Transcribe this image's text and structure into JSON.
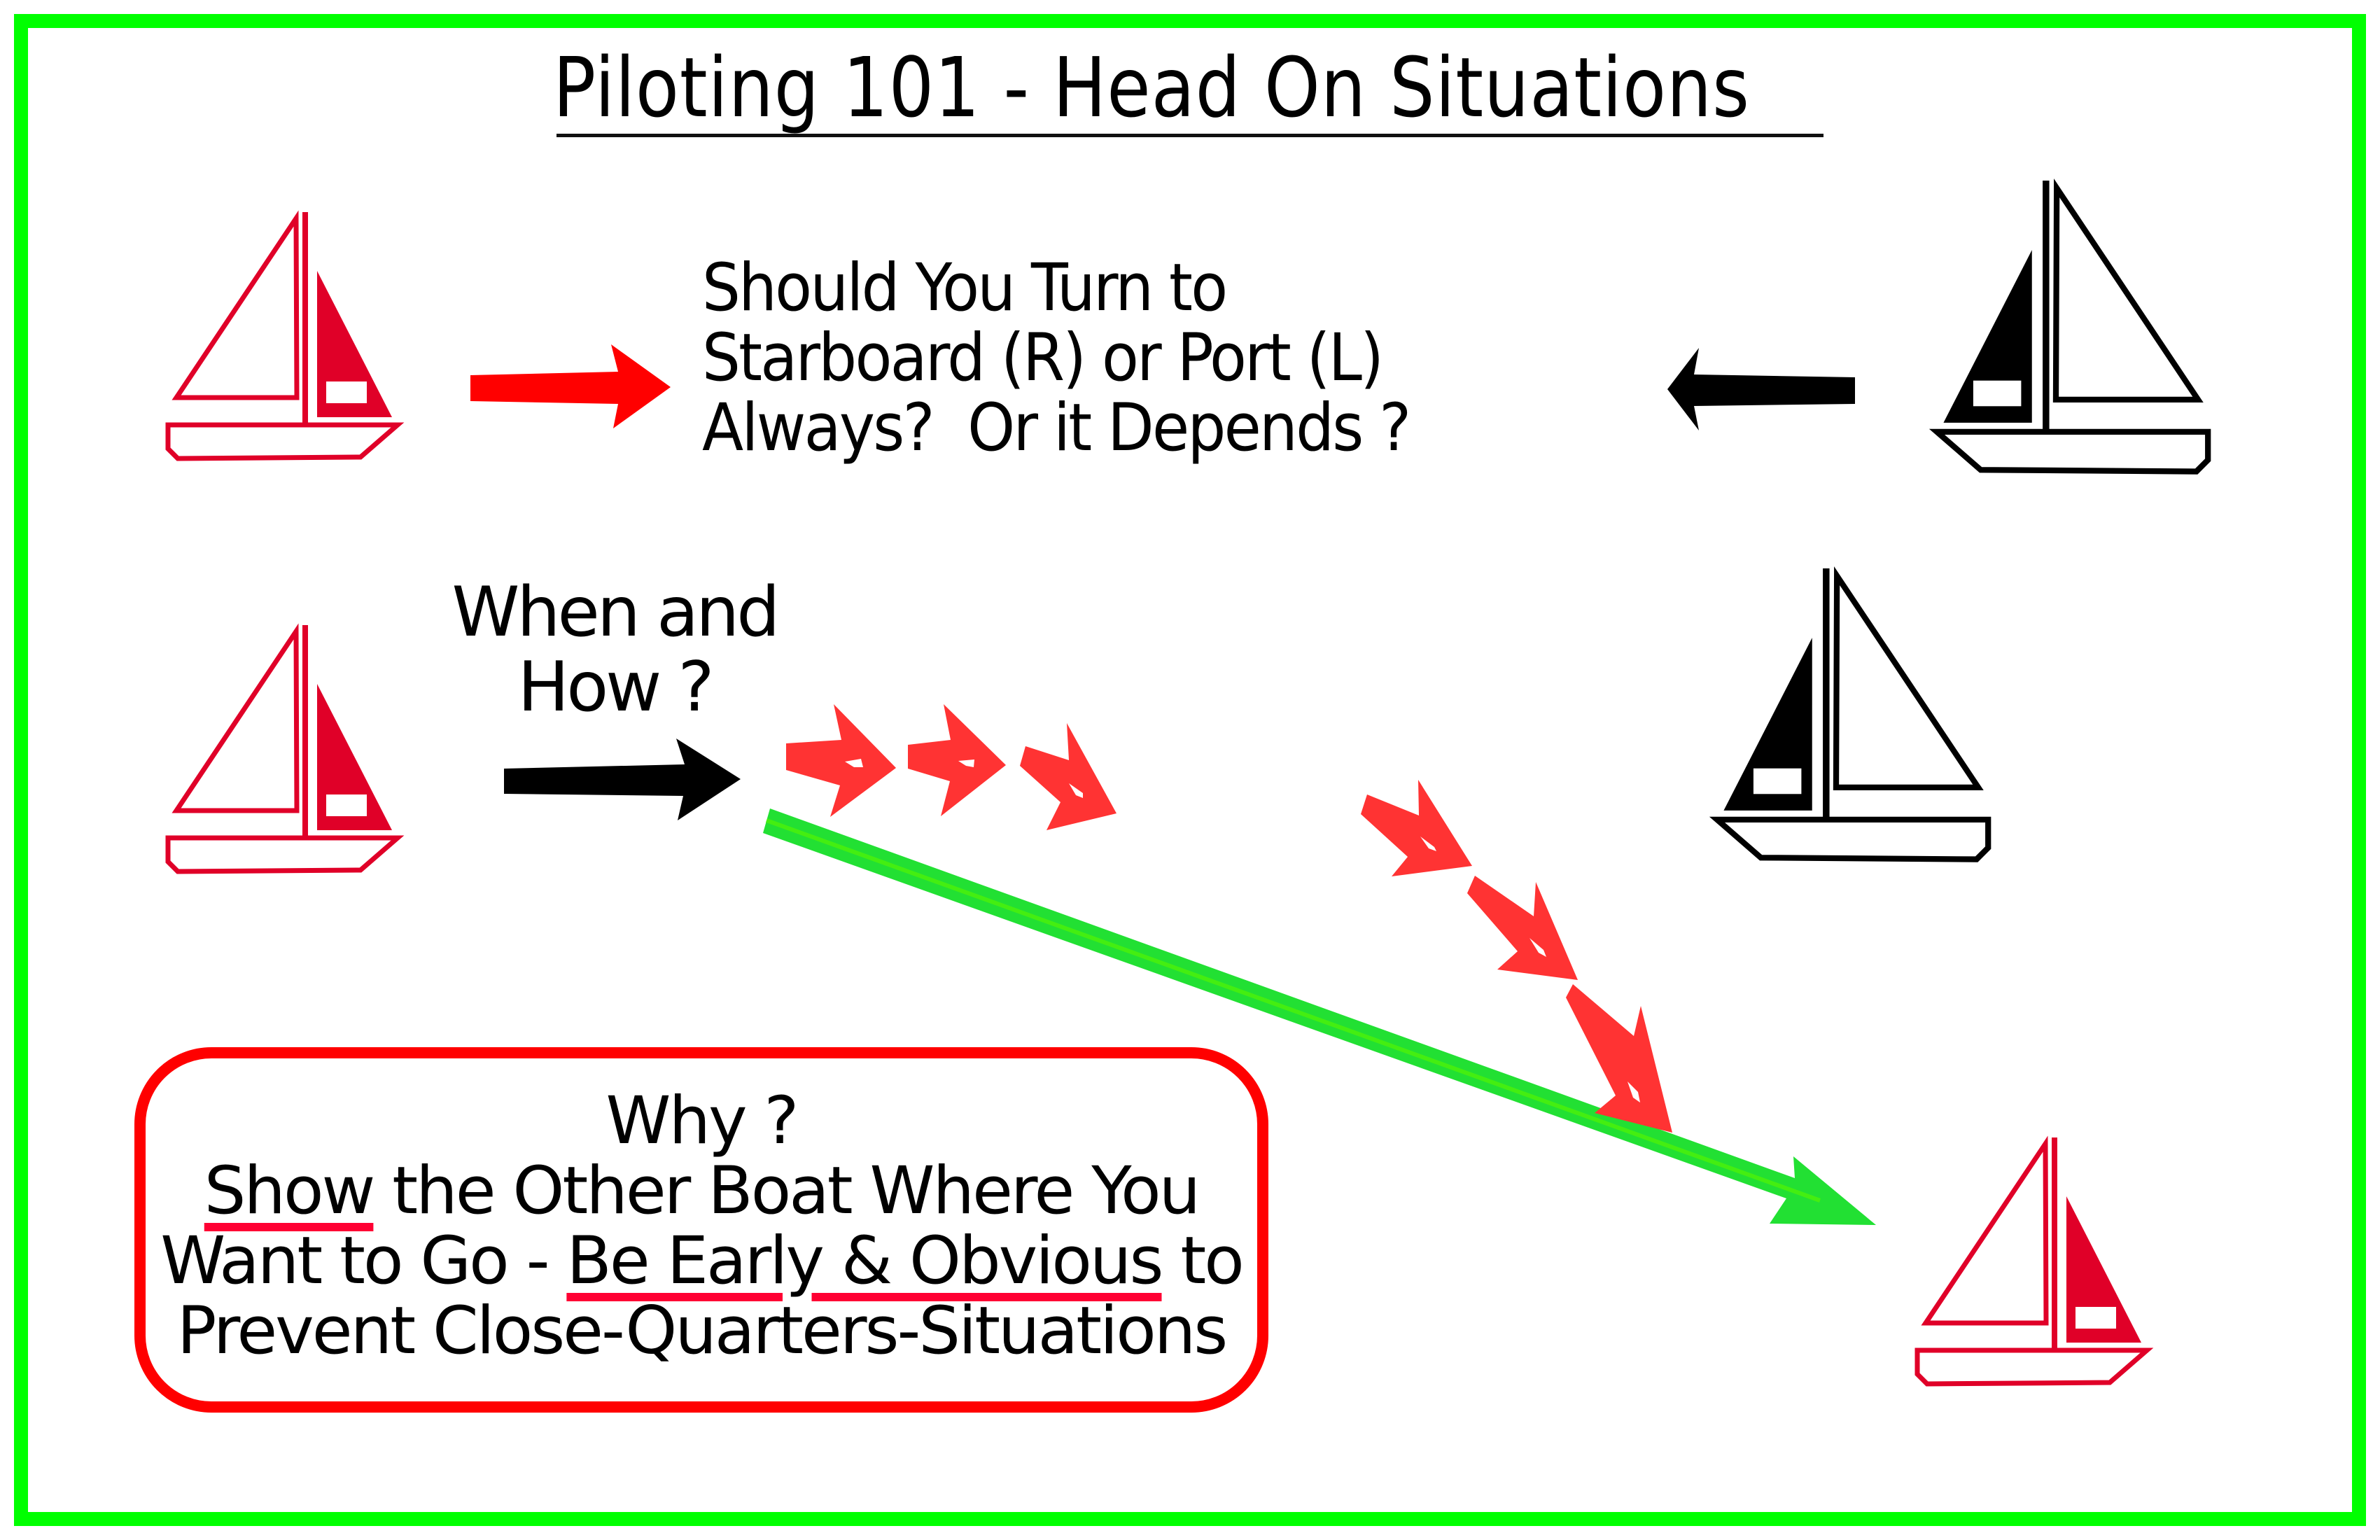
{
  "title": "Piloting 101 - Head On Situations",
  "question": {
    "lines": [
      "Should You Turn to",
      "Starboard (R) or Port (L)",
      "Always?  Or it Depends ?"
    ]
  },
  "when_how": {
    "lines": [
      "When and",
      "How ?"
    ]
  },
  "why_box": {
    "heading": "Why ?",
    "line1_underlined": "Show",
    "line1_rest": " the Other Boat Where You",
    "line2_prefix": "Want to Go - ",
    "line2_underlined": "Be Early & Obvious",
    "line2_suffix": " to",
    "line3": "Prevent Close-Quarters-Situations"
  },
  "colors": {
    "frame_border": "#00ff00",
    "own_boat": "#e00028",
    "other_boat": "#000000",
    "turn_arrows": "#ff3333",
    "direct_arrow": "#22e033",
    "heading_arrow_own": "#ff0000",
    "box_border": "#ff0000",
    "underline": "#ff0033"
  },
  "elements": {
    "boats": [
      {
        "id": "own-boat-top",
        "color": "own",
        "facing": "right"
      },
      {
        "id": "other-boat-top",
        "color": "other",
        "facing": "left"
      },
      {
        "id": "own-boat-middle",
        "color": "own",
        "facing": "right"
      },
      {
        "id": "other-boat-middle",
        "color": "other",
        "facing": "left"
      },
      {
        "id": "own-boat-bottom-right",
        "color": "own",
        "facing": "right"
      }
    ],
    "arrows": [
      {
        "id": "own-heading-arrow",
        "color": "red",
        "direction": "right"
      },
      {
        "id": "other-heading-arrow",
        "color": "black",
        "direction": "left"
      },
      {
        "id": "when-how-arrow",
        "color": "black",
        "direction": "right"
      },
      {
        "id": "early-turn-arrow",
        "color": "green",
        "direction": "down-right"
      },
      {
        "id": "late-turn-arrows",
        "color": "red",
        "count": 6,
        "direction": "curving down-right"
      }
    ]
  }
}
